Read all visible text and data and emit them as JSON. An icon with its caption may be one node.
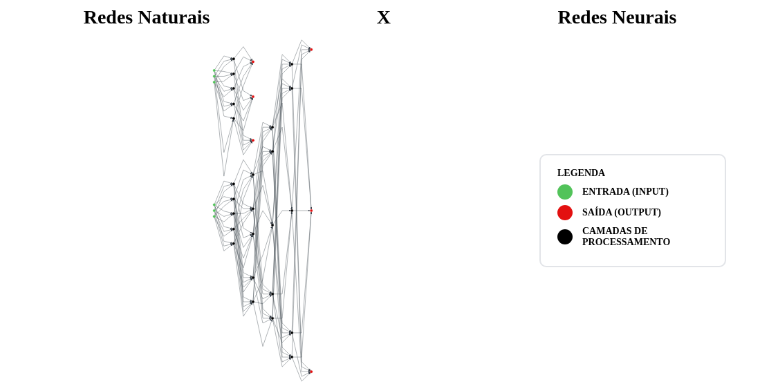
{
  "diagram": {
    "nodes": [
      {
        "text": [],
        "shape": "circle"
      },
      {
        "text": [],
        "shape": "circle"
      },
      {
        "text": [],
        "shape": "circle"
      },
      {
        "text": [],
        "shape": "circle"
      },
      {
        "text": [],
        "shape": "circle"
      },
      {
        "text": [],
        "shape": "circle"
      },
      {
        "text": [],
        "shape": "circle"
      },
      {
        "text": [],
        "shape": "circle"
      },
      {
        "text": [],
        "shape": "circle"
      },
      {
        "text": [],
        "shape": "circle"
      },
      {
        "text": [],
        "shape": "circle"
      },
      {
        "text": [],
        "shape": "circle"
      },
      {
        "text": [],
        "shape": "circle"
      },
      {
        "text": [],
        "shape": "circle"
      },
      {
        "text": [],
        "shape": "circle"
      },
      {
        "text": [],
        "shape": "circle"
      },
      {
        "text": [],
        "shape": "circle"
      },
      {
        "text": [],
        "shape": "circle"
      },
      {
        "text": [],
        "shape": "circle"
      },
      {
        "text": [],
        "shape": "circle"
      },
      {
        "text": [],
        "shape": "circle"
      },
      {
        "text": [],
        "shape": "circle"
      },
      {
        "text": [],
        "shape": "circle"
      },
      {
        "text": [],
        "shape": "circle"
      },
      {
        "text": [],
        "shape": "circle"
      },
      {
        "text": [],
        "shape": "circle"
      },
      {
        "text": [],
        "shape": "circle"
      },
      {
        "text": [],
        "shape": "circle"
      },
      {
        "text": [],
        "shape": "circle"
      },
      {
        "text": [],
        "shape": "circle"
      },
      {
        "text": [],
        "shape": "circle"
      },
      {
        "text": [],
        "shape": "circle"
      },
      {
        "text": [],
        "shape": "circle"
      },
      {
        "text": [],
        "shape": "circle"
      },
      {
        "text": [],
        "shape": "circle"
      },
      {
        "text": [],
        "shape": "circle"
      },
      {
        "text": [],
        "shape": "circle"
      }
    ],
    "edges": [
      {
        "from": 0,
        "to": 3,
        "arrow": "to"
      },
      {
        "from": 0,
        "to": 4,
        "arrow": "to"
      },
      {
        "from": 0,
        "to": 5,
        "arrow": "to"
      },
      {
        "from": 0,
        "to": 6,
        "arrow": "to"
      },
      {
        "from": 0,
        "to": 7,
        "arrow": "to"
      },
      {
        "from": 1,
        "to": 3,
        "arrow": "to"
      },
      {
        "from": 1,
        "to": 4,
        "arrow": "to"
      },
      {
        "from": 1,
        "to": 5,
        "arrow": "to"
      },
      {
        "from": 1,
        "to": 6,
        "arrow": "to"
      },
      {
        "from": 1,
        "to": 7,
        "arrow": "to"
      },
      {
        "from": 2,
        "to": 3,
        "arrow": "to"
      },
      {
        "from": 2,
        "to": 4,
        "arrow": "to"
      },
      {
        "from": 2,
        "to": 5,
        "arrow": "to"
      },
      {
        "from": 2,
        "to": 6,
        "arrow": "to"
      },
      {
        "from": 2,
        "to": 7,
        "arrow": "to"
      },
      {
        "from": 3,
        "to": 8,
        "arrow": "to"
      },
      {
        "from": 3,
        "to": 9,
        "arrow": "to"
      },
      {
        "from": 3,
        "to": 10,
        "arrow": "to"
      },
      {
        "from": 4,
        "to": 8,
        "arrow": "to"
      },
      {
        "from": 4,
        "to": 9,
        "arrow": "to"
      },
      {
        "from": 4,
        "to": 10,
        "arrow": "to"
      },
      {
        "from": 5,
        "to": 8,
        "arrow": "to"
      },
      {
        "from": 5,
        "to": 9,
        "arrow": "to"
      },
      {
        "from": 5,
        "to": 10,
        "arrow": "to"
      },
      {
        "from": 6,
        "to": 8,
        "arrow": "to"
      },
      {
        "from": 6,
        "to": 9,
        "arrow": "to"
      },
      {
        "from": 6,
        "to": 10,
        "arrow": "to"
      },
      {
        "from": 7,
        "to": 8,
        "arrow": "to"
      },
      {
        "from": 7,
        "to": 9,
        "arrow": "to"
      },
      {
        "from": 7,
        "to": 10,
        "arrow": "to"
      },
      {
        "from": 11,
        "to": 14,
        "arrow": "to"
      },
      {
        "from": 11,
        "to": 15,
        "arrow": "to"
      },
      {
        "from": 11,
        "to": 16,
        "arrow": "to"
      },
      {
        "from": 11,
        "to": 17,
        "arrow": "to"
      },
      {
        "from": 11,
        "to": 18,
        "arrow": "to"
      },
      {
        "from": 12,
        "to": 14,
        "arrow": "to"
      },
      {
        "from": 12,
        "to": 15,
        "arrow": "to"
      },
      {
        "from": 12,
        "to": 16,
        "arrow": "to"
      },
      {
        "from": 12,
        "to": 17,
        "arrow": "to"
      },
      {
        "from": 12,
        "to": 18,
        "arrow": "to"
      },
      {
        "from": 13,
        "to": 14,
        "arrow": "to"
      },
      {
        "from": 13,
        "to": 15,
        "arrow": "to"
      },
      {
        "from": 13,
        "to": 16,
        "arrow": "to"
      },
      {
        "from": 13,
        "to": 17,
        "arrow": "to"
      },
      {
        "from": 13,
        "to": 18,
        "arrow": "to"
      },
      {
        "from": 14,
        "to": 19,
        "arrow": "to"
      },
      {
        "from": 14,
        "to": 20,
        "arrow": "to"
      },
      {
        "from": 14,
        "to": 21,
        "arrow": "to"
      },
      {
        "from": 14,
        "to": 22,
        "arrow": "to"
      },
      {
        "from": 14,
        "to": 23,
        "arrow": "to"
      },
      {
        "from": 15,
        "to": 19,
        "arrow": "to"
      },
      {
        "from": 15,
        "to": 20,
        "arrow": "to"
      },
      {
        "from": 15,
        "to": 21,
        "arrow": "to"
      },
      {
        "from": 15,
        "to": 22,
        "arrow": "to"
      },
      {
        "from": 15,
        "to": 23,
        "arrow": "to"
      },
      {
        "from": 16,
        "to": 19,
        "arrow": "to"
      },
      {
        "from": 16,
        "to": 20,
        "arrow": "to"
      },
      {
        "from": 16,
        "to": 21,
        "arrow": "to"
      },
      {
        "from": 16,
        "to": 22,
        "arrow": "to"
      },
      {
        "from": 16,
        "to": 23,
        "arrow": "to"
      },
      {
        "from": 17,
        "to": 19,
        "arrow": "to"
      },
      {
        "from": 17,
        "to": 20,
        "arrow": "to"
      },
      {
        "from": 17,
        "to": 21,
        "arrow": "to"
      },
      {
        "from": 17,
        "to": 22,
        "arrow": "to"
      },
      {
        "from": 17,
        "to": 23,
        "arrow": "to"
      },
      {
        "from": 18,
        "to": 19,
        "arrow": "to"
      },
      {
        "from": 18,
        "to": 20,
        "arrow": "to"
      },
      {
        "from": 18,
        "to": 21,
        "arrow": "to"
      },
      {
        "from": 18,
        "to": 22,
        "arrow": "to"
      },
      {
        "from": 18,
        "to": 23,
        "arrow": "to"
      },
      {
        "from": 19,
        "to": 24,
        "arrow": "to"
      },
      {
        "from": 19,
        "to": 25,
        "arrow": "to"
      },
      {
        "from": 19,
        "to": 26,
        "arrow": "to"
      },
      {
        "from": 19,
        "to": 27,
        "arrow": "to"
      },
      {
        "from": 19,
        "to": 28,
        "arrow": "to"
      },
      {
        "from": 20,
        "to": 24,
        "arrow": "to"
      },
      {
        "from": 20,
        "to": 25,
        "arrow": "to"
      },
      {
        "from": 20,
        "to": 26,
        "arrow": "to"
      },
      {
        "from": 20,
        "to": 27,
        "arrow": "to"
      },
      {
        "from": 20,
        "to": 28,
        "arrow": "to"
      },
      {
        "from": 21,
        "to": 24,
        "arrow": "to"
      },
      {
        "from": 21,
        "to": 25,
        "arrow": "to"
      },
      {
        "from": 21,
        "to": 26,
        "arrow": "to"
      },
      {
        "from": 21,
        "to": 27,
        "arrow": "to"
      },
      {
        "from": 21,
        "to": 28,
        "arrow": "to"
      },
      {
        "from": 22,
        "to": 24,
        "arrow": "to"
      },
      {
        "from": 22,
        "to": 25,
        "arrow": "to"
      },
      {
        "from": 22,
        "to": 26,
        "arrow": "to"
      },
      {
        "from": 22,
        "to": 27,
        "arrow": "to"
      },
      {
        "from": 22,
        "to": 28,
        "arrow": "to"
      },
      {
        "from": 23,
        "to": 24,
        "arrow": "to"
      },
      {
        "from": 23,
        "to": 25,
        "arrow": "to"
      },
      {
        "from": 23,
        "to": 26,
        "arrow": "to"
      },
      {
        "from": 23,
        "to": 27,
        "arrow": "to"
      },
      {
        "from": 23,
        "to": 28,
        "arrow": "to"
      },
      {
        "from": 24,
        "to": 29,
        "arrow": "to"
      },
      {
        "from": 24,
        "to": 30,
        "arrow": "to"
      },
      {
        "from": 24,
        "to": 31,
        "arrow": "to"
      },
      {
        "from": 24,
        "to": 32,
        "arrow": "to"
      },
      {
        "from": 24,
        "to": 33,
        "arrow": "to"
      },
      {
        "from": 25,
        "to": 29,
        "arrow": "to"
      },
      {
        "from": 25,
        "to": 30,
        "arrow": "to"
      },
      {
        "from": 25,
        "to": 31,
        "arrow": "to"
      },
      {
        "from": 25,
        "to": 32,
        "arrow": "to"
      },
      {
        "from": 25,
        "to": 33,
        "arrow": "to"
      },
      {
        "from": 26,
        "to": 29,
        "arrow": "to"
      },
      {
        "from": 26,
        "to": 30,
        "arrow": "to"
      },
      {
        "from": 26,
        "to": 31,
        "arrow": "to"
      },
      {
        "from": 26,
        "to": 32,
        "arrow": "to"
      },
      {
        "from": 26,
        "to": 33,
        "arrow": "to"
      },
      {
        "from": 27,
        "to": 29,
        "arrow": "to"
      },
      {
        "from": 27,
        "to": 30,
        "arrow": "to"
      },
      {
        "from": 27,
        "to": 31,
        "arrow": "to"
      },
      {
        "from": 27,
        "to": 32,
        "arrow": "to"
      },
      {
        "from": 27,
        "to": 33,
        "arrow": "to"
      },
      {
        "from": 28,
        "to": 29,
        "arrow": "to"
      },
      {
        "from": 28,
        "to": 30,
        "arrow": "to"
      },
      {
        "from": 28,
        "to": 31,
        "arrow": "to"
      },
      {
        "from": 28,
        "to": 32,
        "arrow": "to"
      },
      {
        "from": 28,
        "to": 33,
        "arrow": "to"
      },
      {
        "from": 29,
        "to": 34,
        "arrow": "to"
      },
      {
        "from": 29,
        "to": 35,
        "arrow": "to"
      },
      {
        "from": 29,
        "to": 36,
        "arrow": "to"
      },
      {
        "from": 30,
        "to": 34,
        "arrow": "to"
      },
      {
        "from": 30,
        "to": 35,
        "arrow": "to"
      },
      {
        "from": 30,
        "to": 36,
        "arrow": "to"
      },
      {
        "from": 31,
        "to": 34,
        "arrow": "to"
      },
      {
        "from": 31,
        "to": 35,
        "arrow": "to"
      },
      {
        "from": 31,
        "to": 36,
        "arrow": "to"
      },
      {
        "from": 32,
        "to": 34,
        "arrow": "to"
      },
      {
        "from": 32,
        "to": 35,
        "arrow": "to"
      },
      {
        "from": 32,
        "to": 36,
        "arrow": "to"
      },
      {
        "from": 33,
        "to": 34,
        "arrow": "to"
      },
      {
        "from": 33,
        "to": 35,
        "arrow": "to"
      },
      {
        "from": 33,
        "to": 36,
        "arrow": "to"
      }
    ],
    "labels": [
      "Redes Naturais",
      "X",
      "Redes Neurais",
      "LEGENDA"
    ],
    "legend": [
      {
        "text": "ENTRADA (INPUT)",
        "color": "#52c35a"
      },
      {
        "text": "SAÍDA (OUTPUT)",
        "color": "#e31010"
      },
      {
        "text": "CAMADAS DE PROCESSAMENTO",
        "color": "#000000"
      }
    ]
  }
}
